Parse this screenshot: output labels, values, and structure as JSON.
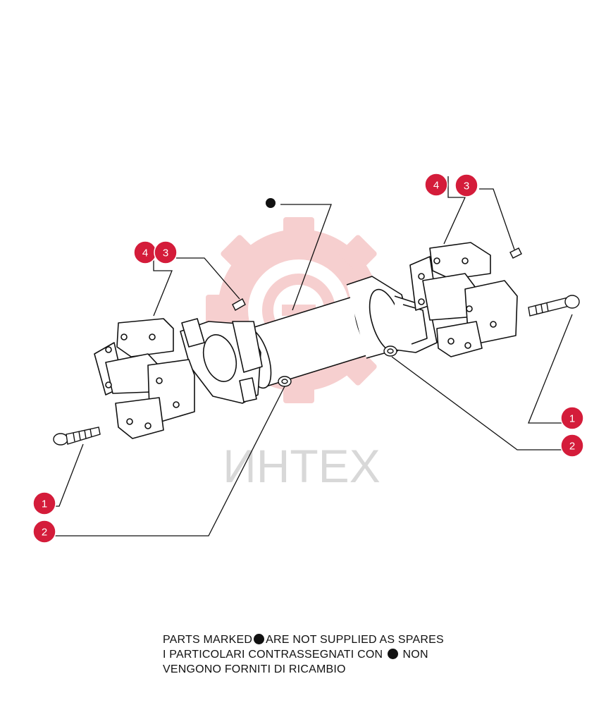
{
  "watermark": {
    "text": "ИНТЕХ",
    "color": "#f2c4c4"
  },
  "callouts": [
    {
      "id": "left-4",
      "label": "4"
    },
    {
      "id": "left-3",
      "label": "3"
    },
    {
      "id": "right-4",
      "label": "4"
    },
    {
      "id": "right-3",
      "label": "3"
    },
    {
      "id": "right-1",
      "label": "1"
    },
    {
      "id": "right-2",
      "label": "2"
    },
    {
      "id": "left-1",
      "label": "1"
    },
    {
      "id": "left-2",
      "label": "2"
    }
  ],
  "callout_color": "#d41c3a",
  "note": {
    "line1_a": "PARTS MARKED",
    "line1_b": "ARE NOT SUPPLIED AS SPARES",
    "line2_a": "I  PARTICOLARI  CONTRASSEGNATI  CON",
    "line2_b": "NON",
    "line3": "VENGONO FORNITI DI RICAMBIO"
  }
}
